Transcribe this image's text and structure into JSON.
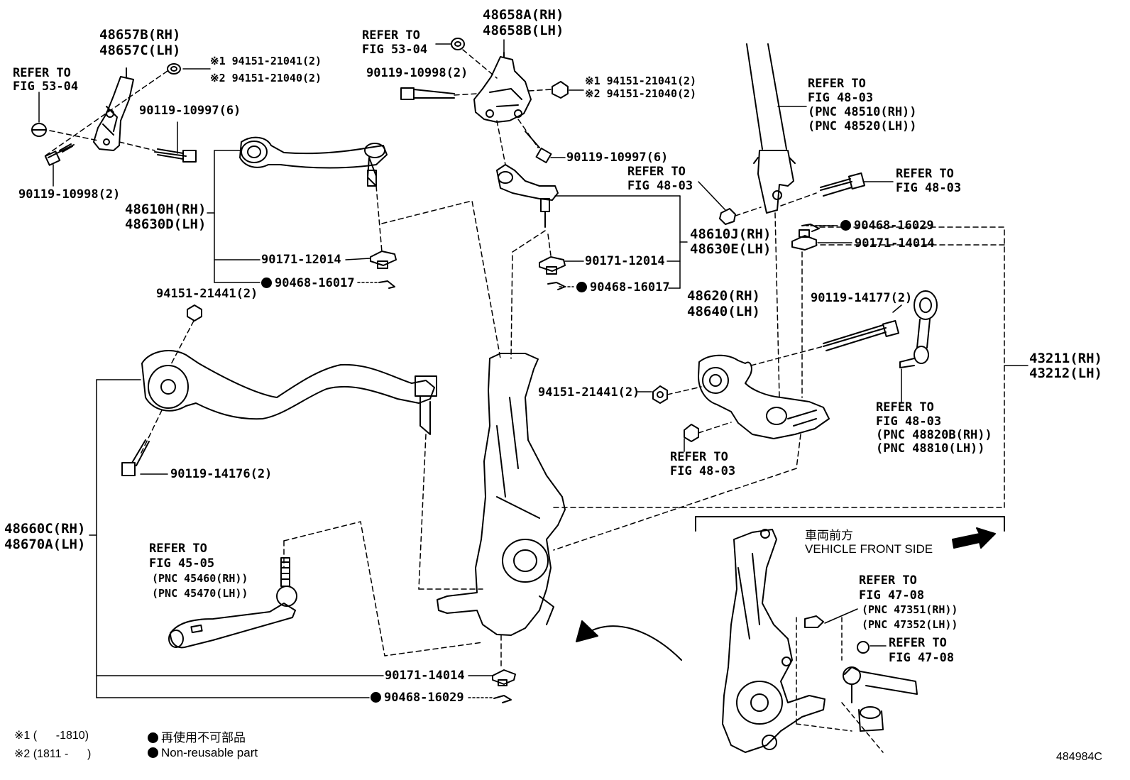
{
  "labels": {
    "p48657_rh": "48657B(RH)",
    "p48657_lh": "48657C(LH)",
    "refer_5304_a_1": "REFER TO",
    "refer_5304_a_2": "FIG 53-04",
    "nut_94151_21041_a": "※1 94151-21041(2)",
    "nut_94151_21040_a": "※2 94151-21040(2)",
    "bolt_90119_10997_a": "90119-10997(6)",
    "bolt_90119_10998_a": "90119-10998(2)",
    "p48610_rh": "48610H(RH)",
    "p48630_lh": "48630D(LH)",
    "nut_90171_12014_a": "90171-12014",
    "pin_90468_16017_a": "90468-16017",
    "nut_94151_21441_a": "94151-21441(2)",
    "refer_5304_b_1": "REFER TO",
    "refer_5304_b_2": "FIG 53-04",
    "p48658_rh": "48658A(RH)",
    "p48658_lh": "48658B(LH)",
    "bolt_90119_10998_b": "90119-10998(2)",
    "nut_94151_21041_b": "※1 94151-21041(2)",
    "nut_94151_21040_b": "※2 94151-21040(2)",
    "bolt_90119_10997_b": "90119-10997(6)",
    "refer_4803_a_1": "REFER TO",
    "refer_4803_a_2": "FIG 48-03",
    "p48610j_rh": "48610J(RH)",
    "p48630e_lh": "48630E(LH)",
    "nut_90171_12014_b": "90171-12014",
    "pin_90468_16017_b": "90468-16017",
    "refer_4803_b_1": "REFER TO",
    "refer_4803_b_2": "FIG 48-03",
    "refer_4803_b_3": "(PNC 48510(RH))",
    "refer_4803_b_4": "(PNC 48520(LH))",
    "refer_4803_c_1": "REFER TO",
    "refer_4803_c_2": "FIG 48-03",
    "pin_90468_16029_a": "90468-16029",
    "nut_90171_14014_a": "90171-14014",
    "p48620_rh": "48620(RH)",
    "p48640_lh": "48640(LH)",
    "bolt_90119_14177": "90119-14177(2)",
    "nut_94151_21441_b": "94151-21441(2)",
    "refer_4803_d_1": "REFER TO",
    "refer_4803_d_2": "FIG 48-03",
    "refer_4803_e_1": "REFER TO",
    "refer_4803_e_2": "FIG 48-03",
    "refer_4803_e_3": "(PNC 48820B(RH))",
    "refer_4803_e_4": "(PNC 48810(LH))",
    "p43211_rh": "43211(RH)",
    "p43212_lh": "43212(LH)",
    "bolt_90119_14176": "90119-14176(2)",
    "p48660_rh": "48660C(RH)",
    "p48670_lh": "48670A(LH)",
    "refer_4505_1": "REFER TO",
    "refer_4505_2": "FIG 45-05",
    "refer_4505_3": "(PNC 45460(RH))",
    "refer_4505_4": "(PNC 45470(LH))",
    "nut_90171_14014_b": "90171-14014",
    "pin_90468_16029_b": "90468-16029",
    "refer_4708_a_1": "REFER TO",
    "refer_4708_a_2": "FIG 47-08",
    "refer_4708_a_3": "(PNC 47351(RH))",
    "refer_4708_a_4": "(PNC 47352(LH))",
    "refer_4708_b_1": "REFER TO",
    "refer_4708_b_2": "FIG 47-08",
    "front_jp": "車両前方",
    "front_en": "VEHICLE FRONT SIDE"
  },
  "legend": {
    "note1_mark": "※1",
    "note1_range": "(      -1810)",
    "note2_mark": "※2",
    "note2_range": "(1811 -      )",
    "nonreuse_jp": "再使用不可部品",
    "nonreuse_en": "Non-reusable part"
  },
  "figure_id": "484984C"
}
